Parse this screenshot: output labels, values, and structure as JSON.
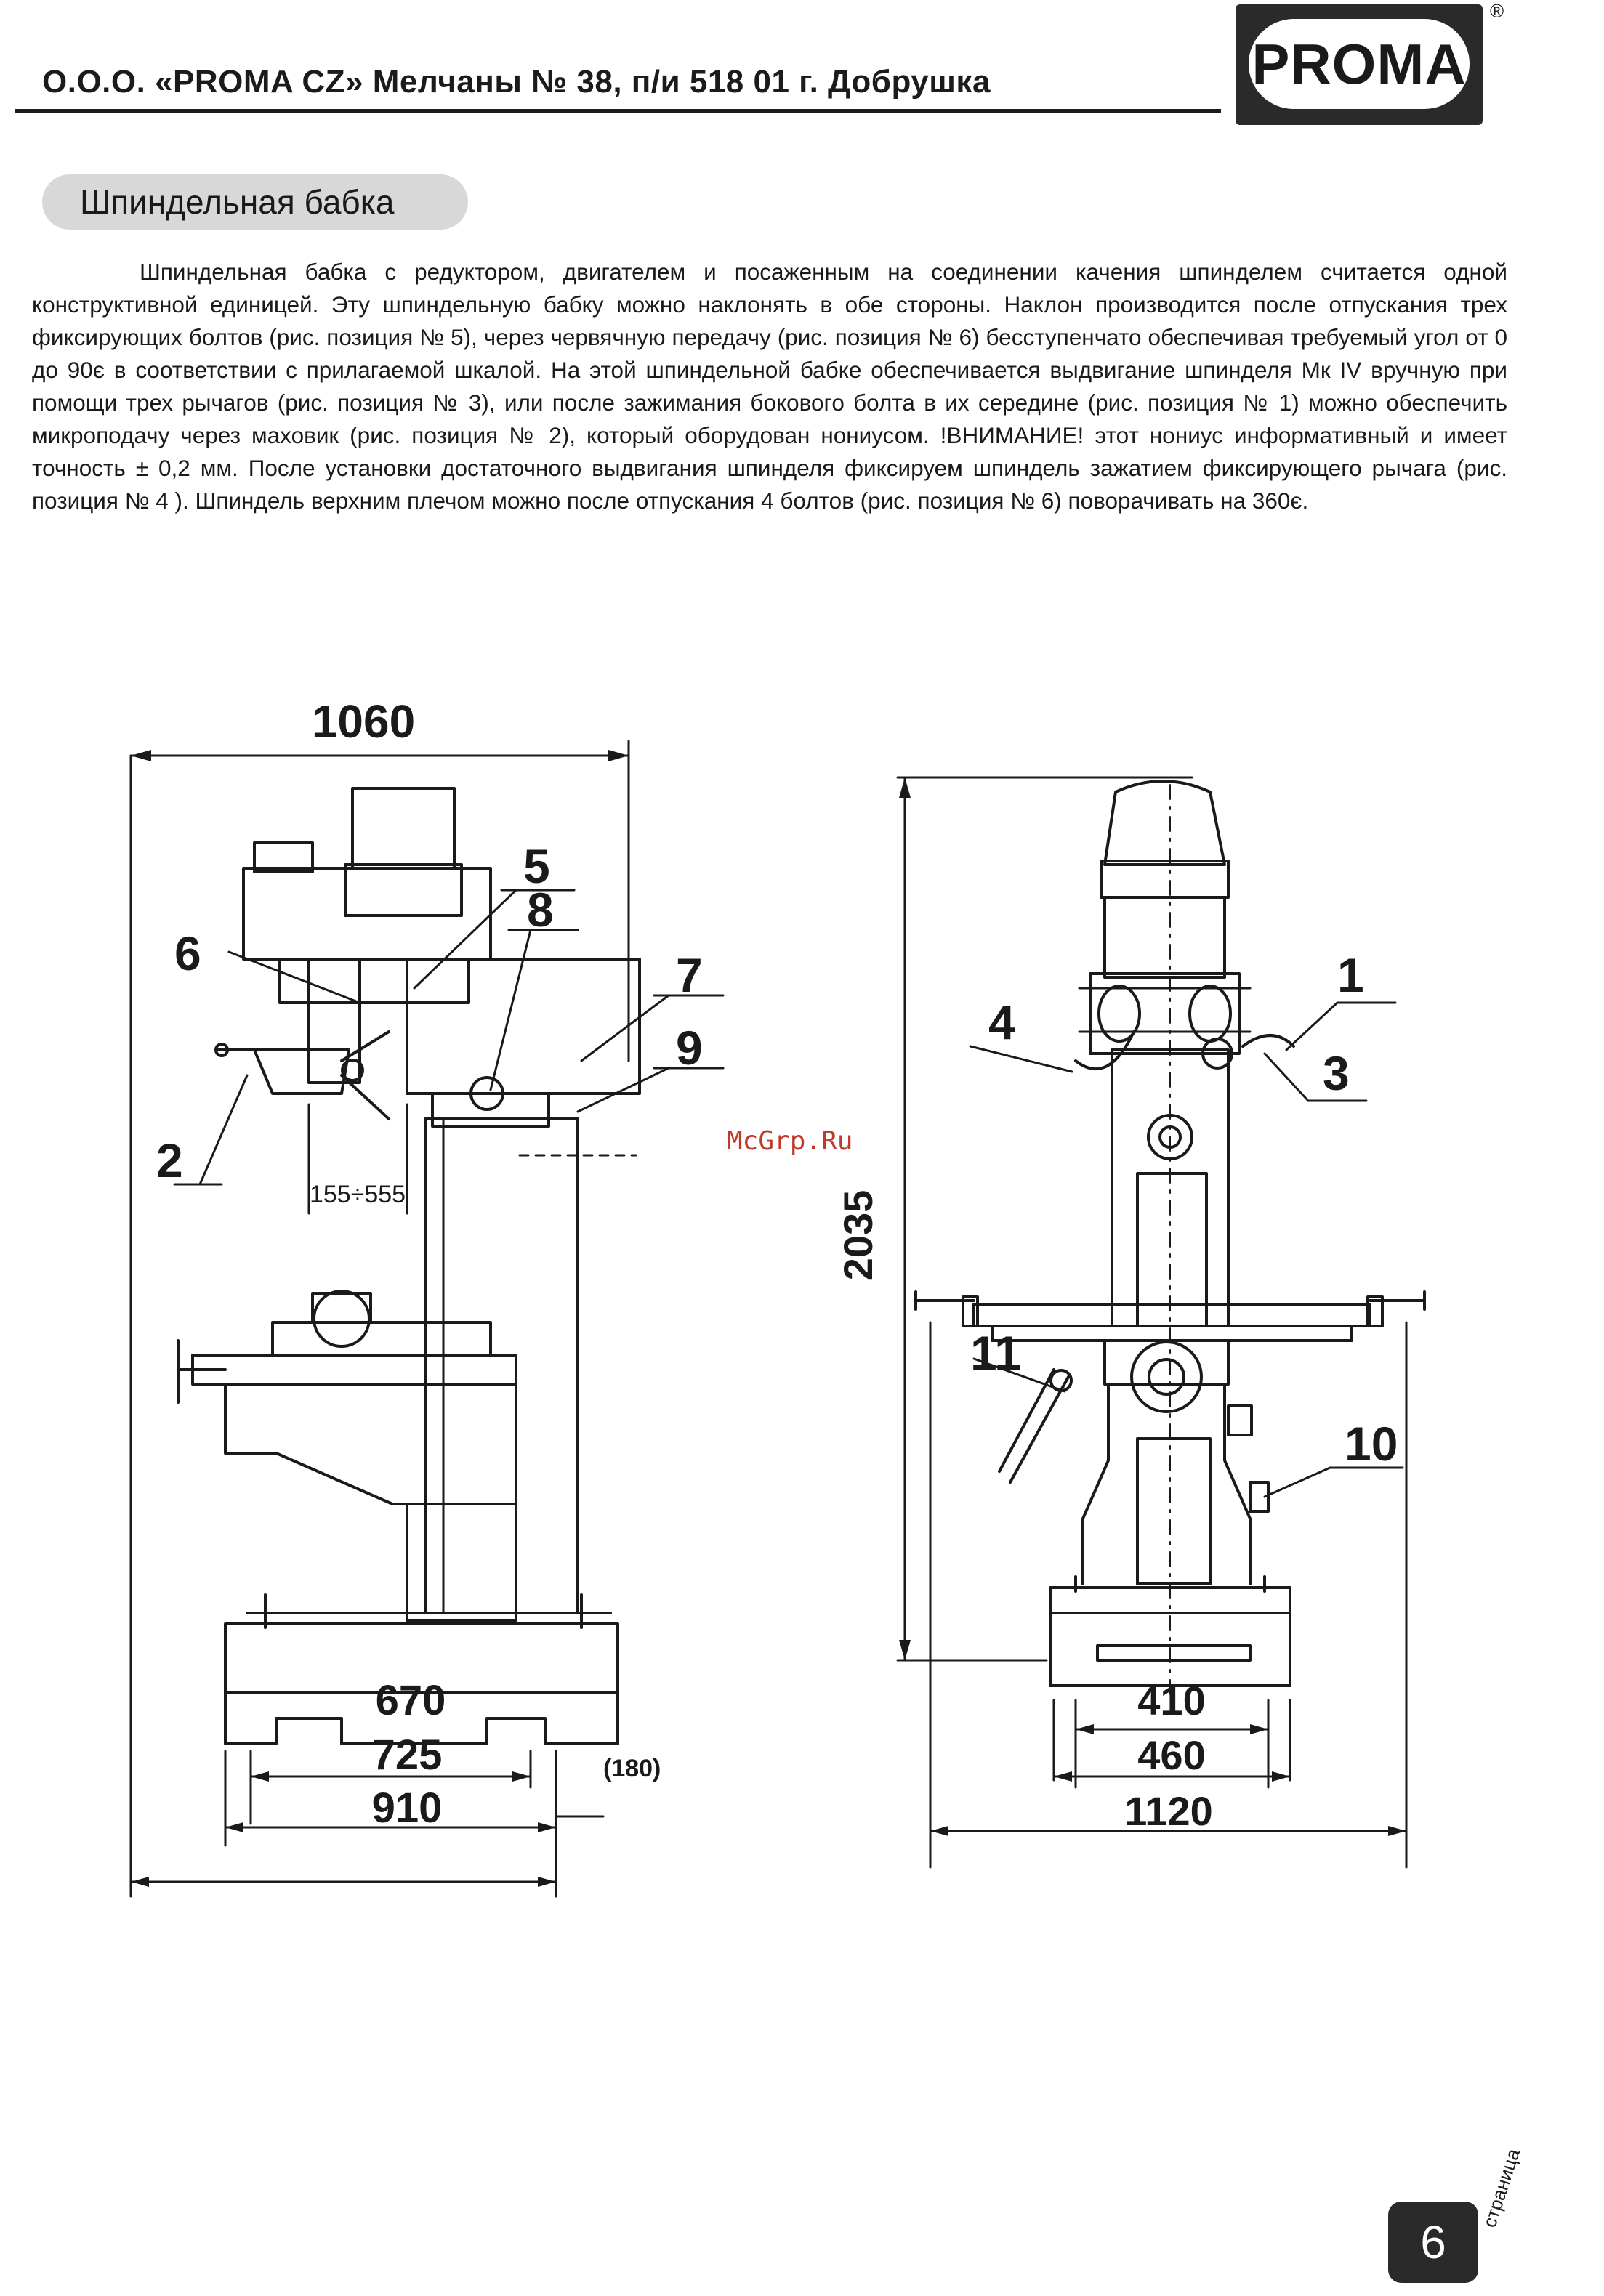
{
  "header": {
    "company_line": "О.О.О. «PROMA CZ» Мелчаны № 38, п/и 518 01 г. Добрушка",
    "logo_text": "PROMA",
    "registered_mark": "®"
  },
  "section": {
    "title": "Шпиндельная бабка"
  },
  "body": {
    "paragraph": "Шпиндельная бабка с редуктором, двигателем и посаженным на соединении качения шпинделем считается одной конструктивной единицей. Эту шпиндельную бабку можно наклонять в обе стороны. Наклон производится после отпускания трех фиксирующих болтов (рис. позиция № 5), через червячную передачу (рис. позиция № 6) бесступенчато обеспечивая требуемый угол от 0 до 90є в соответствии с прилагаемой шкалой.  На этой шпиндельной бабке обеспечивается выдвигание шпинделя Мк IV вручную при помощи трех рычагов (рис. позиция № 3), или после зажимания бокового болта в их середине (рис. позиция № 1) можно обеспечить микроподачу через маховик (рис. позиция № 2), который оборудован нониусом.  !ВНИМАНИЕ!  этот нониус информативный и имеет точность ± 0,2 мм. После установки достаточного выдвигания шпинделя фиксируем шпиндель зажатием фиксирующего рычага (рис. позиция № 4 ). Шпиндель верхним плечом можно после отпускания 4 болтов (рис. позиция № 6) поворачивать на 360є."
  },
  "figure": {
    "left_view": {
      "dim_top": "1060",
      "dim_tilt": "155÷555",
      "dim_670": "670",
      "dim_725": "725",
      "dim_910": "910",
      "dim_180": "(180)",
      "labels": [
        "6",
        "5",
        "8",
        "7",
        "9",
        "2"
      ]
    },
    "right_view": {
      "dim_height": "2035",
      "dim_410": "410",
      "dim_460": "460",
      "dim_1120": "1120",
      "labels": [
        "1",
        "4",
        "3",
        "11",
        "10"
      ]
    }
  },
  "watermark": "McGrp.Ru",
  "footer": {
    "page_number": "6",
    "page_label": "страница"
  }
}
